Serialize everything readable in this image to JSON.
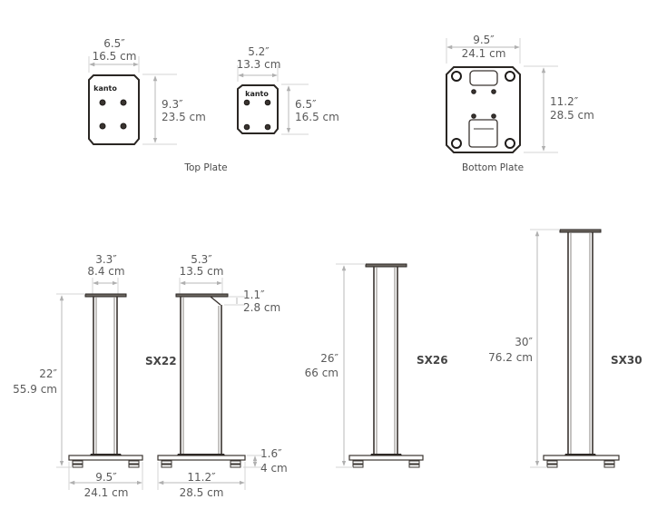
{
  "top_plates": {
    "caption": "Top Plate",
    "large": {
      "width_in": "6.5″",
      "width_cm": "16.5 cm",
      "height_in": "9.3″",
      "height_cm": "23.5 cm",
      "logo": "kanto"
    },
    "small": {
      "width_in": "5.2″",
      "width_cm": "13.3 cm",
      "height_in": "6.5″",
      "height_cm": "16.5 cm",
      "logo": "kanto"
    }
  },
  "bottom_plate": {
    "caption": "Bottom Plate",
    "width_in": "9.5″",
    "width_cm": "24.1 cm",
    "height_in": "11.2″",
    "height_cm": "28.5 cm"
  },
  "stands": {
    "sx22": {
      "model": "SX22",
      "height_in": "22″",
      "height_cm": "55.9 cm",
      "front": {
        "top_in": "3.3″",
        "top_cm": "8.4 cm",
        "base_in": "9.5″",
        "base_cm": "24.1 cm"
      },
      "side": {
        "top_in": "5.3″",
        "top_cm": "13.5 cm",
        "plate_in": "1.1″",
        "plate_cm": "2.8 cm",
        "base_in": "11.2″",
        "base_cm": "28.5 cm",
        "foot_in": "1.6″",
        "foot_cm": "4 cm"
      }
    },
    "sx26": {
      "model": "SX26",
      "height_in": "26″",
      "height_cm": "66 cm"
    },
    "sx30": {
      "model": "SX30",
      "height_in": "30″",
      "height_cm": "76.2 cm"
    }
  },
  "colors": {
    "line": "#2a2623",
    "dimension": "#b8b8b8",
    "text": "#5a5a5a"
  }
}
